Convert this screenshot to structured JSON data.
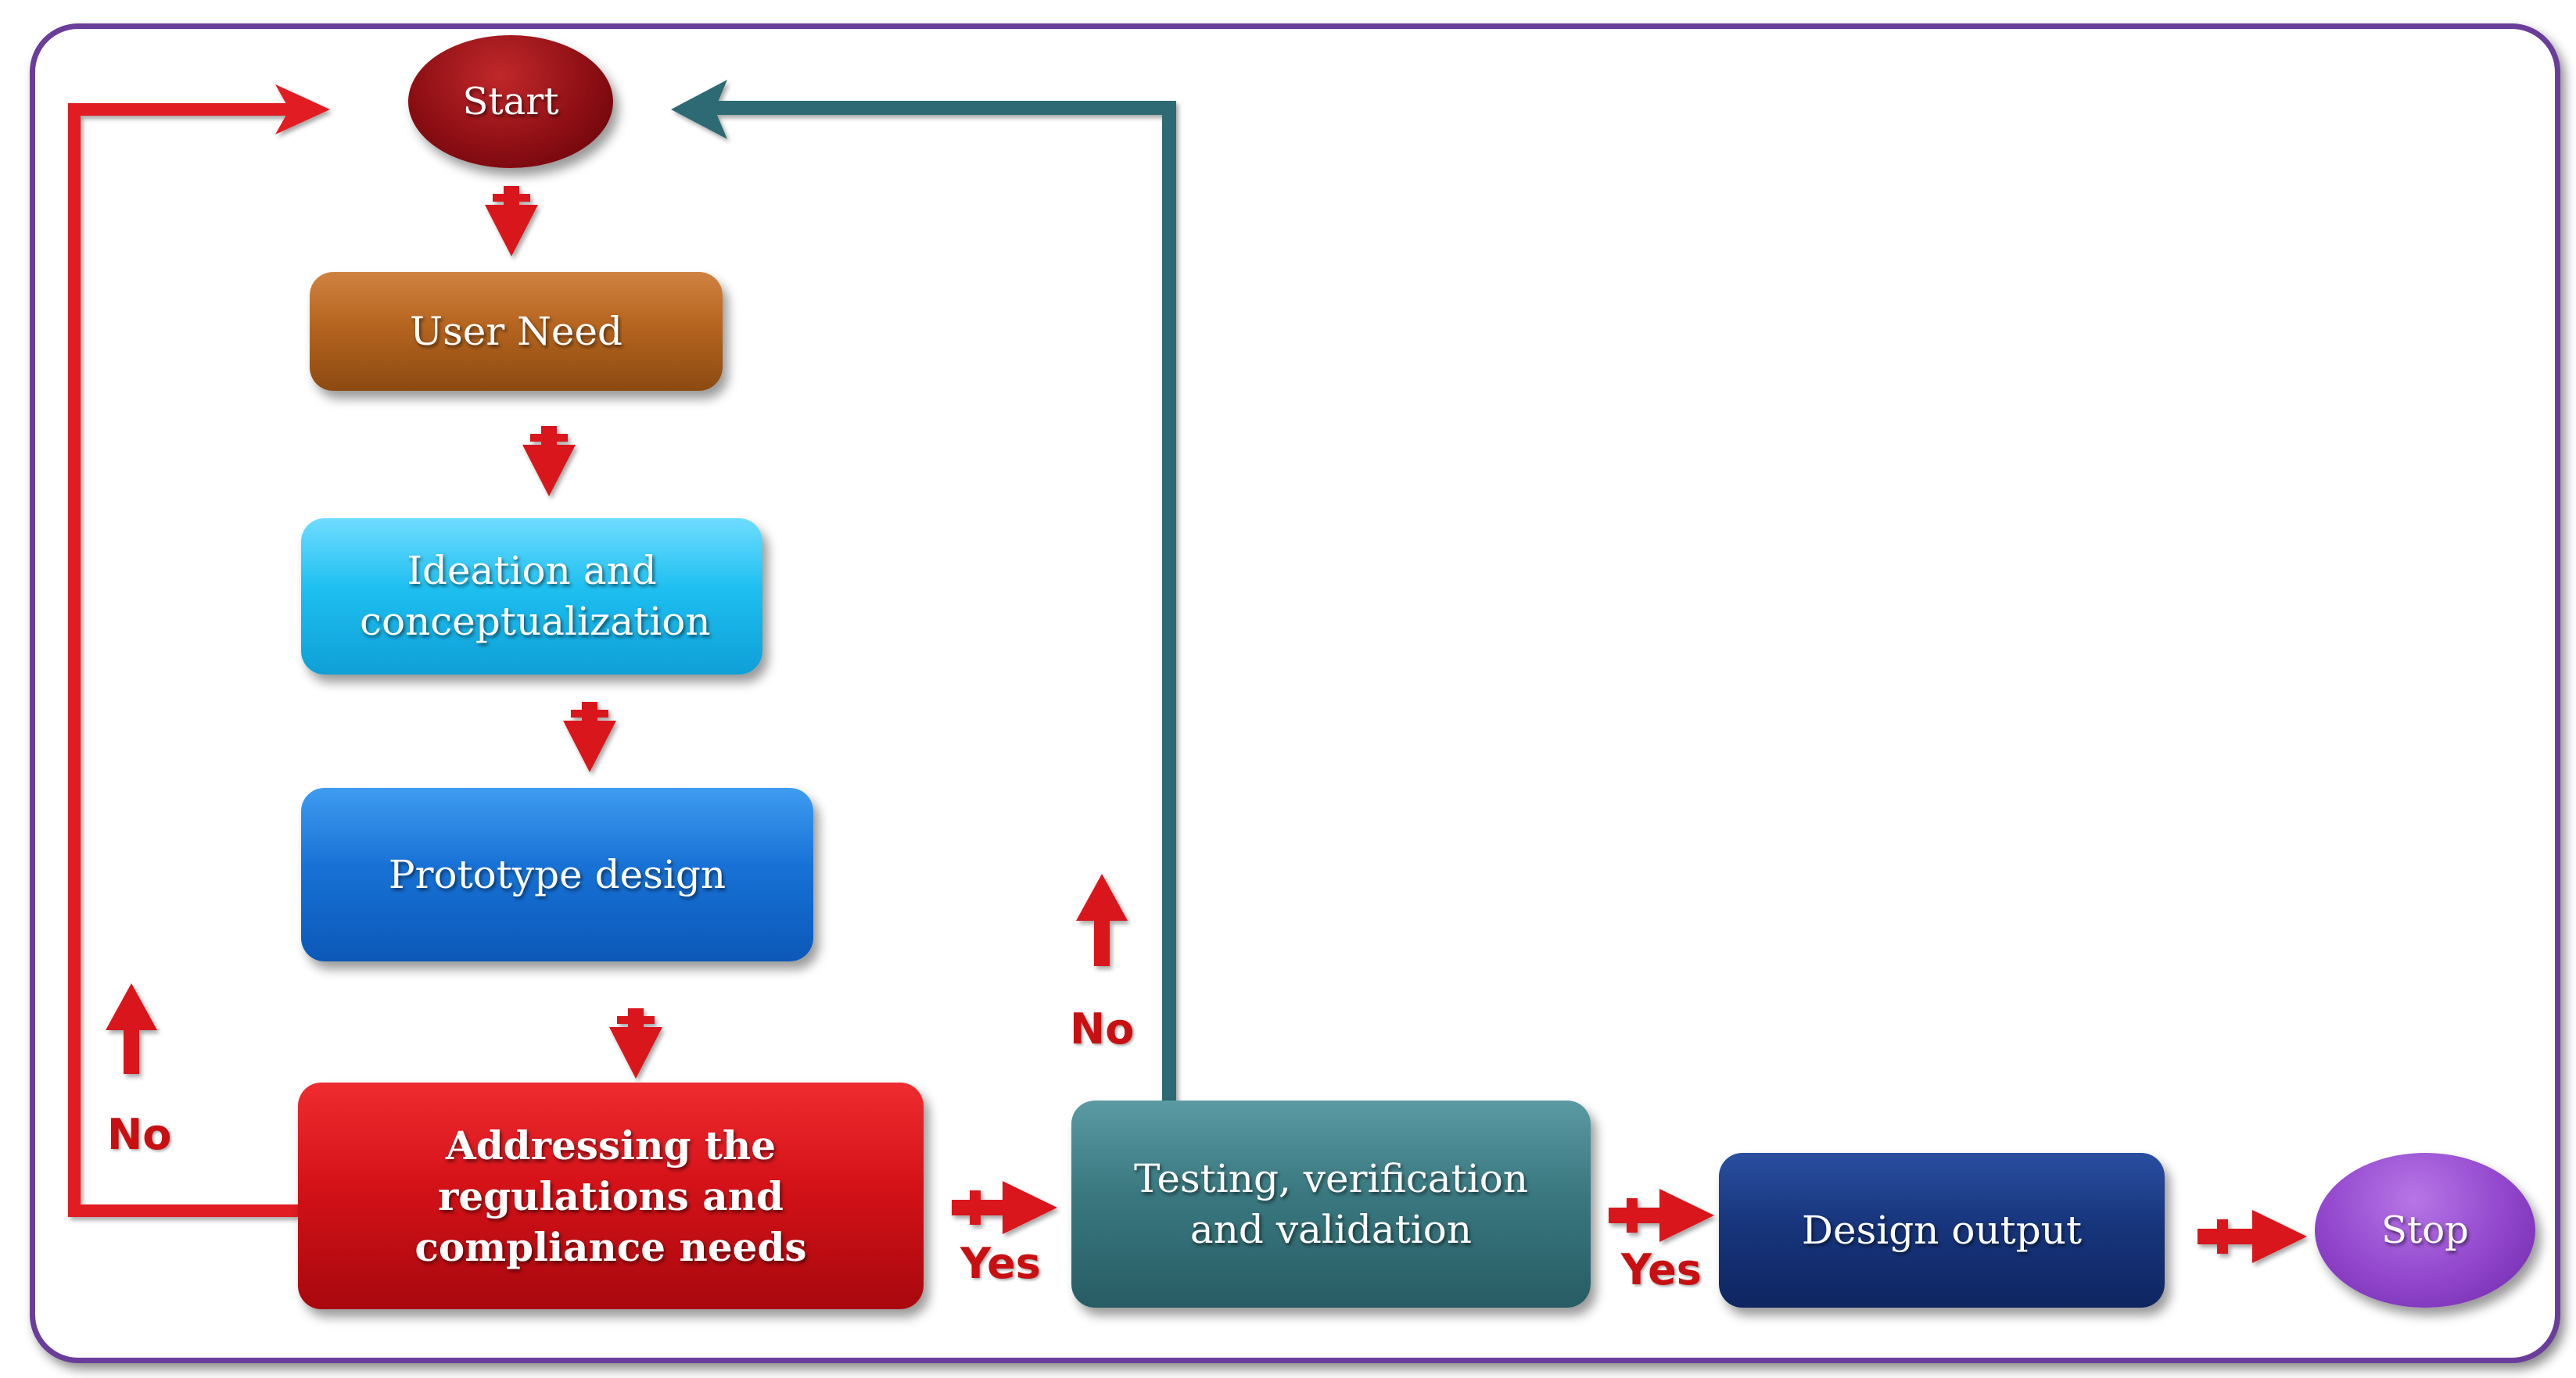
{
  "nodes": {
    "start": "Start",
    "user_need": "User Need",
    "ideation": "Ideation and conceptualization",
    "prototype": "Prototype design",
    "regulations": "Addressing the regulations and compliance needs",
    "testing": "Testing, verification and validation",
    "design_output": "Design output",
    "stop": "Stop"
  },
  "edges": [
    {
      "from": "start",
      "to": "user_need"
    },
    {
      "from": "user_need",
      "to": "ideation"
    },
    {
      "from": "ideation",
      "to": "prototype"
    },
    {
      "from": "prototype",
      "to": "regulations"
    },
    {
      "from": "regulations",
      "to": "testing",
      "label": "Yes"
    },
    {
      "from": "regulations",
      "to": "start",
      "label": "No"
    },
    {
      "from": "testing",
      "to": "design_output",
      "label": "Yes"
    },
    {
      "from": "testing",
      "to": "start",
      "label": "No"
    },
    {
      "from": "design_output",
      "to": "stop"
    }
  ],
  "labels": {
    "no_left": "No",
    "no_mid": "No",
    "yes_1": "Yes",
    "yes_2": "Yes"
  },
  "colors": {
    "frame": "#6a3d9a",
    "arrow_red": "#d8141a",
    "arrow_teal": "#2f6b73",
    "start": "#8e0f14",
    "user_need": "#b6651f",
    "ideation": "#1ebff0",
    "prototype": "#1872d6",
    "regulations": "#d41218",
    "testing": "#3a7880",
    "design_output": "#18367e",
    "stop": "#9145cc"
  }
}
